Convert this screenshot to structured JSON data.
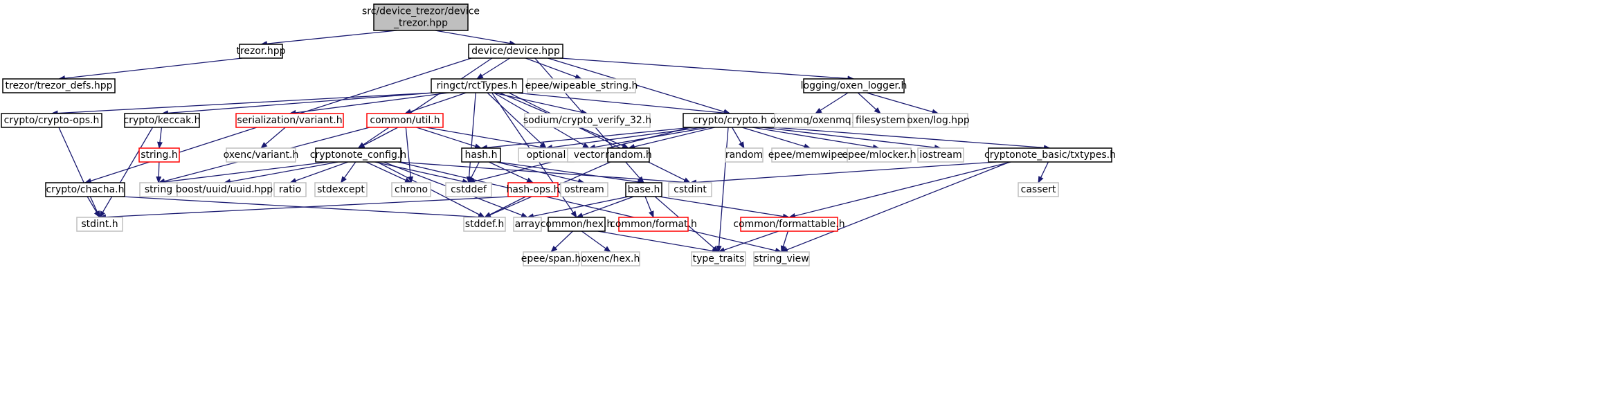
{
  "colors": {
    "edge": "#191970",
    "border_normal": "#000000",
    "border_external": "#bfbfbf",
    "border_incomplete": "#ff0000",
    "root_fill": "#bfbfbf"
  },
  "nodes": [
    {
      "id": "root",
      "label": [
        "src/device_trezor/device",
        "_trezor.hpp"
      ],
      "kind": "root"
    },
    {
      "id": "trezor",
      "label": [
        "trezor.hpp"
      ],
      "kind": "normal"
    },
    {
      "id": "trezor_defs",
      "label": [
        "trezor/trezor_defs.hpp"
      ],
      "kind": "normal"
    },
    {
      "id": "device",
      "label": [
        "device/device.hpp"
      ],
      "kind": "normal"
    },
    {
      "id": "chacha",
      "label": [
        "crypto/chacha.h"
      ],
      "kind": "normal"
    },
    {
      "id": "rcttypes",
      "label": [
        "ringct/rctTypes.h"
      ],
      "kind": "normal"
    },
    {
      "id": "wipeable",
      "label": [
        "epee/wipeable_string.h"
      ],
      "kind": "external"
    },
    {
      "id": "oxen_logger",
      "label": [
        "logging/oxen_logger.h"
      ],
      "kind": "normal"
    },
    {
      "id": "crypto_ops",
      "label": [
        "crypto/crypto-ops.h"
      ],
      "kind": "normal"
    },
    {
      "id": "keccak",
      "label": [
        "crypto/keccak.h"
      ],
      "kind": "normal"
    },
    {
      "id": "variant",
      "label": [
        "serialization/variant.h"
      ],
      "kind": "incomplete"
    },
    {
      "id": "util",
      "label": [
        "common/util.h"
      ],
      "kind": "incomplete"
    },
    {
      "id": "sodium",
      "label": [
        "sodium/crypto_verify_32.h"
      ],
      "kind": "external"
    },
    {
      "id": "crypto",
      "label": [
        "crypto/crypto.h"
      ],
      "kind": "normal"
    },
    {
      "id": "oxenmq",
      "label": [
        "oxenmq/oxenmq.h"
      ],
      "kind": "external"
    },
    {
      "id": "filesystem",
      "label": [
        "filesystem"
      ],
      "kind": "external"
    },
    {
      "id": "oxenlog",
      "label": [
        "oxen/log.hpp"
      ],
      "kind": "external"
    },
    {
      "id": "stringh",
      "label": [
        "string.h"
      ],
      "kind": "incomplete"
    },
    {
      "id": "oxenc_variant",
      "label": [
        "oxenc/variant.h"
      ],
      "kind": "external"
    },
    {
      "id": "optional",
      "label": [
        "optional"
      ],
      "kind": "external"
    },
    {
      "id": "vector",
      "label": [
        "vector"
      ],
      "kind": "external"
    },
    {
      "id": "cryptonote_config",
      "label": [
        "cryptonote_config.h"
      ],
      "kind": "normal"
    },
    {
      "id": "hash",
      "label": [
        "hash.h"
      ],
      "kind": "normal"
    },
    {
      "id": "randomh",
      "label": [
        "random.h"
      ],
      "kind": "normal"
    },
    {
      "id": "random",
      "label": [
        "random"
      ],
      "kind": "external"
    },
    {
      "id": "memwipe",
      "label": [
        "epee/memwipe.h"
      ],
      "kind": "external"
    },
    {
      "id": "mlocker",
      "label": [
        "epee/mlocker.h"
      ],
      "kind": "external"
    },
    {
      "id": "iostream",
      "label": [
        "iostream"
      ],
      "kind": "external"
    },
    {
      "id": "txtypes",
      "label": [
        "cryptonote_basic/txtypes.h"
      ],
      "kind": "normal"
    },
    {
      "id": "string",
      "label": [
        "string"
      ],
      "kind": "external"
    },
    {
      "id": "uuid",
      "label": [
        "boost/uuid/uuid.hpp"
      ],
      "kind": "external"
    },
    {
      "id": "ratio",
      "label": [
        "ratio"
      ],
      "kind": "external"
    },
    {
      "id": "stdexcept",
      "label": [
        "stdexcept"
      ],
      "kind": "external"
    },
    {
      "id": "chrono",
      "label": [
        "chrono"
      ],
      "kind": "external"
    },
    {
      "id": "cstddef",
      "label": [
        "cstddef"
      ],
      "kind": "external"
    },
    {
      "id": "hashops",
      "label": [
        "hash-ops.h"
      ],
      "kind": "incomplete"
    },
    {
      "id": "ostream",
      "label": [
        "ostream"
      ],
      "kind": "external"
    },
    {
      "id": "base",
      "label": [
        "base.h"
      ],
      "kind": "normal"
    },
    {
      "id": "cstdint",
      "label": [
        "cstdint"
      ],
      "kind": "external"
    },
    {
      "id": "cassert",
      "label": [
        "cassert"
      ],
      "kind": "external"
    },
    {
      "id": "stdinth",
      "label": [
        "stdint.h"
      ],
      "kind": "external"
    },
    {
      "id": "stddefh",
      "label": [
        "stddef.h"
      ],
      "kind": "external"
    },
    {
      "id": "array",
      "label": [
        "array"
      ],
      "kind": "external"
    },
    {
      "id": "hex",
      "label": [
        "common/hex.h"
      ],
      "kind": "normal"
    },
    {
      "id": "format",
      "label": [
        "common/format.h"
      ],
      "kind": "incomplete"
    },
    {
      "id": "formattable",
      "label": [
        "common/formattable.h"
      ],
      "kind": "incomplete"
    },
    {
      "id": "span",
      "label": [
        "epee/span.h"
      ],
      "kind": "external"
    },
    {
      "id": "oxenc_hex",
      "label": [
        "oxenc/hex.h"
      ],
      "kind": "external"
    },
    {
      "id": "type_traits",
      "label": [
        "type_traits"
      ],
      "kind": "external"
    },
    {
      "id": "string_view",
      "label": [
        "string_view"
      ],
      "kind": "external"
    }
  ],
  "edges": [
    [
      "root",
      "trezor"
    ],
    [
      "root",
      "device"
    ],
    [
      "trezor",
      "trezor_defs"
    ],
    [
      "device",
      "chacha"
    ],
    [
      "device",
      "rcttypes"
    ],
    [
      "device",
      "wipeable"
    ],
    [
      "device",
      "oxen_logger"
    ],
    [
      "device",
      "cryptonote_config"
    ],
    [
      "device",
      "crypto"
    ],
    [
      "device",
      "base"
    ],
    [
      "oxen_logger",
      "oxenmq"
    ],
    [
      "oxen_logger",
      "filesystem"
    ],
    [
      "oxen_logger",
      "oxenlog"
    ],
    [
      "rcttypes",
      "crypto_ops"
    ],
    [
      "rcttypes",
      "keccak"
    ],
    [
      "rcttypes",
      "variant"
    ],
    [
      "rcttypes",
      "util"
    ],
    [
      "rcttypes",
      "sodium"
    ],
    [
      "rcttypes",
      "crypto"
    ],
    [
      "rcttypes",
      "optional"
    ],
    [
      "rcttypes",
      "vector"
    ],
    [
      "rcttypes",
      "randomh"
    ],
    [
      "rcttypes",
      "cstddef"
    ],
    [
      "rcttypes",
      "cstdint"
    ],
    [
      "rcttypes",
      "hex"
    ],
    [
      "crypto_ops",
      "stdinth"
    ],
    [
      "keccak",
      "stringh"
    ],
    [
      "keccak",
      "stdinth"
    ],
    [
      "stringh",
      "string"
    ],
    [
      "variant",
      "oxenc_variant"
    ],
    [
      "chacha",
      "stdinth"
    ],
    [
      "chacha",
      "stddefh"
    ],
    [
      "util",
      "optional"
    ],
    [
      "util",
      "hash"
    ],
    [
      "util",
      "cryptonote_config"
    ],
    [
      "util",
      "chrono"
    ],
    [
      "util",
      "string"
    ],
    [
      "crypto",
      "optional"
    ],
    [
      "crypto",
      "vector"
    ],
    [
      "crypto",
      "hash"
    ],
    [
      "crypto",
      "randomh"
    ],
    [
      "crypto",
      "random"
    ],
    [
      "crypto",
      "memwipe"
    ],
    [
      "crypto",
      "mlocker"
    ],
    [
      "crypto",
      "iostream"
    ],
    [
      "crypto",
      "txtypes"
    ],
    [
      "crypto",
      "cstddef"
    ],
    [
      "crypto",
      "type_traits"
    ],
    [
      "cryptonote_config",
      "string"
    ],
    [
      "cryptonote_config",
      "uuid"
    ],
    [
      "cryptonote_config",
      "ratio"
    ],
    [
      "cryptonote_config",
      "stdexcept"
    ],
    [
      "cryptonote_config",
      "chrono"
    ],
    [
      "cryptonote_config",
      "cstddef"
    ],
    [
      "cryptonote_config",
      "cstdint"
    ],
    [
      "cryptonote_config",
      "array"
    ],
    [
      "cryptonote_config",
      "string_view"
    ],
    [
      "cryptonote_config",
      "stddefh"
    ],
    [
      "hash",
      "cstddef"
    ],
    [
      "hash",
      "hashops"
    ],
    [
      "hash",
      "ostream"
    ],
    [
      "hash",
      "base"
    ],
    [
      "hashops",
      "stdinth"
    ],
    [
      "hashops",
      "stddefh"
    ],
    [
      "randomh",
      "stddefh"
    ],
    [
      "txtypes",
      "cstdint"
    ],
    [
      "txtypes",
      "cassert"
    ],
    [
      "txtypes",
      "formattable"
    ],
    [
      "txtypes",
      "string_view"
    ],
    [
      "base",
      "array"
    ],
    [
      "base",
      "hex"
    ],
    [
      "base",
      "format"
    ],
    [
      "base",
      "formattable"
    ],
    [
      "base",
      "type_traits"
    ],
    [
      "hex",
      "span"
    ],
    [
      "hex",
      "oxenc_hex"
    ],
    [
      "hex",
      "type_traits"
    ],
    [
      "formattable",
      "type_traits"
    ],
    [
      "formattable",
      "string_view"
    ]
  ]
}
